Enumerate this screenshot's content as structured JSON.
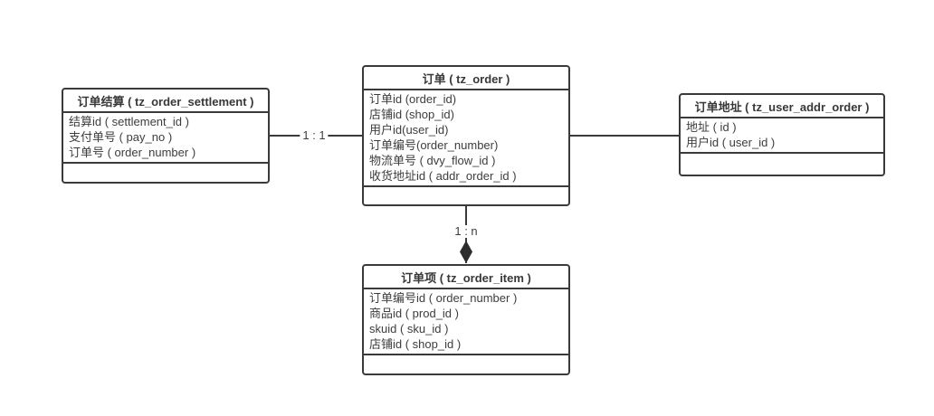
{
  "diagram": {
    "background_color": "#ffffff",
    "line_color": "#3a3a3a",
    "text_color": "#3d3d3d",
    "entities": [
      {
        "id": "order-settlement",
        "title": "订单结算 ( tz_order_settlement )",
        "fields": [
          "结算id ( settlement_id )",
          "支付单号 ( pay_no )",
          "订单号 ( order_number )"
        ]
      },
      {
        "id": "order",
        "title": "订单 ( tz_order )",
        "fields": [
          "订单id (order_id)",
          "店铺id (shop_id)",
          "用户id(user_id)",
          "订单编号(order_number)",
          "物流单号 ( dvy_flow_id )",
          "收货地址id ( addr_order_id )"
        ]
      },
      {
        "id": "user-addr-order",
        "title": "订单地址 ( tz_user_addr_order )",
        "fields": [
          "地址 ( id )",
          "用户id ( user_id )"
        ]
      },
      {
        "id": "order-item",
        "title": "订单项 ( tz_order_item )",
        "fields": [
          "订单编号id ( order_number )",
          "商品id ( prod_id )",
          "skuid ( sku_id )",
          "店铺id ( shop_id )"
        ]
      }
    ],
    "connectors": [
      {
        "from": "order-settlement",
        "to": "order",
        "label": "1 : 1",
        "arrow": "none"
      },
      {
        "from": "order",
        "to": "user-addr-order",
        "label": "",
        "arrow": "none"
      },
      {
        "from": "order",
        "to": "order-item",
        "label": "1 : n",
        "arrow": "filled-diamond"
      }
    ]
  }
}
